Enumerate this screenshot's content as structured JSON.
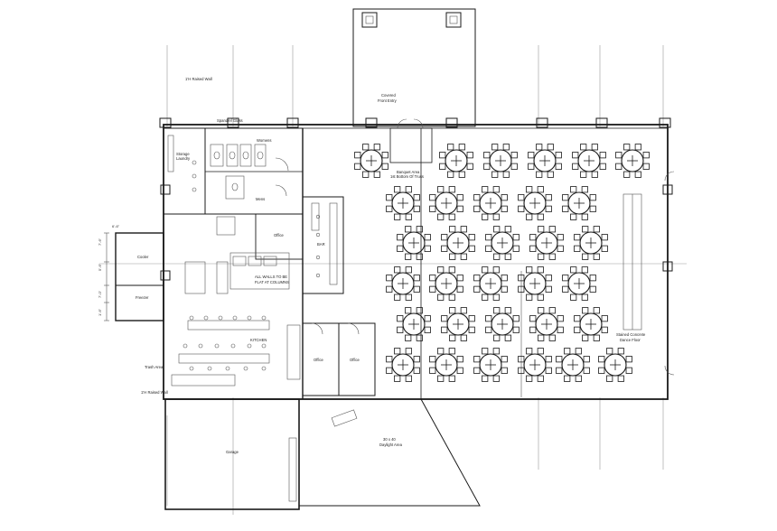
{
  "labels": {
    "raised_wall_top": "1’H Raised Wall",
    "covered_front_entry": [
      "Covered",
      "Front Entry"
    ],
    "spandrel_glass": "Spandrel Glass",
    "storage_laundry": [
      "Storage",
      "Laundry"
    ],
    "womens": "Womens",
    "mens": "Mens",
    "office_1": "Office",
    "bar": "BAR",
    "all_walls_note": [
      "ALL WALLS TO BE",
      "FLAT AT COLUMNS"
    ],
    "kitchen": "KITCHEN",
    "cooler": "Cooler",
    "freezer": "Freezer",
    "trash_area": "Trash Area",
    "raised_wall_bottom": "1’H Raised Wall",
    "office_2": "Office",
    "office_3": "Office",
    "banquet_area": [
      "Banquet Area",
      "1st Bottom Of Truss"
    ],
    "stained_concrete": [
      "Stained Concrete",
      "Dance Floor"
    ],
    "garage": "Garage",
    "daylight_area": [
      "30 x 40",
      "Daylight Area"
    ]
  },
  "dimensions": {
    "d1": "6’-6”",
    "d2": "7’-6”",
    "d3": "5’-6”",
    "d4": "7’-0”",
    "d5": "1’-6”"
  }
}
